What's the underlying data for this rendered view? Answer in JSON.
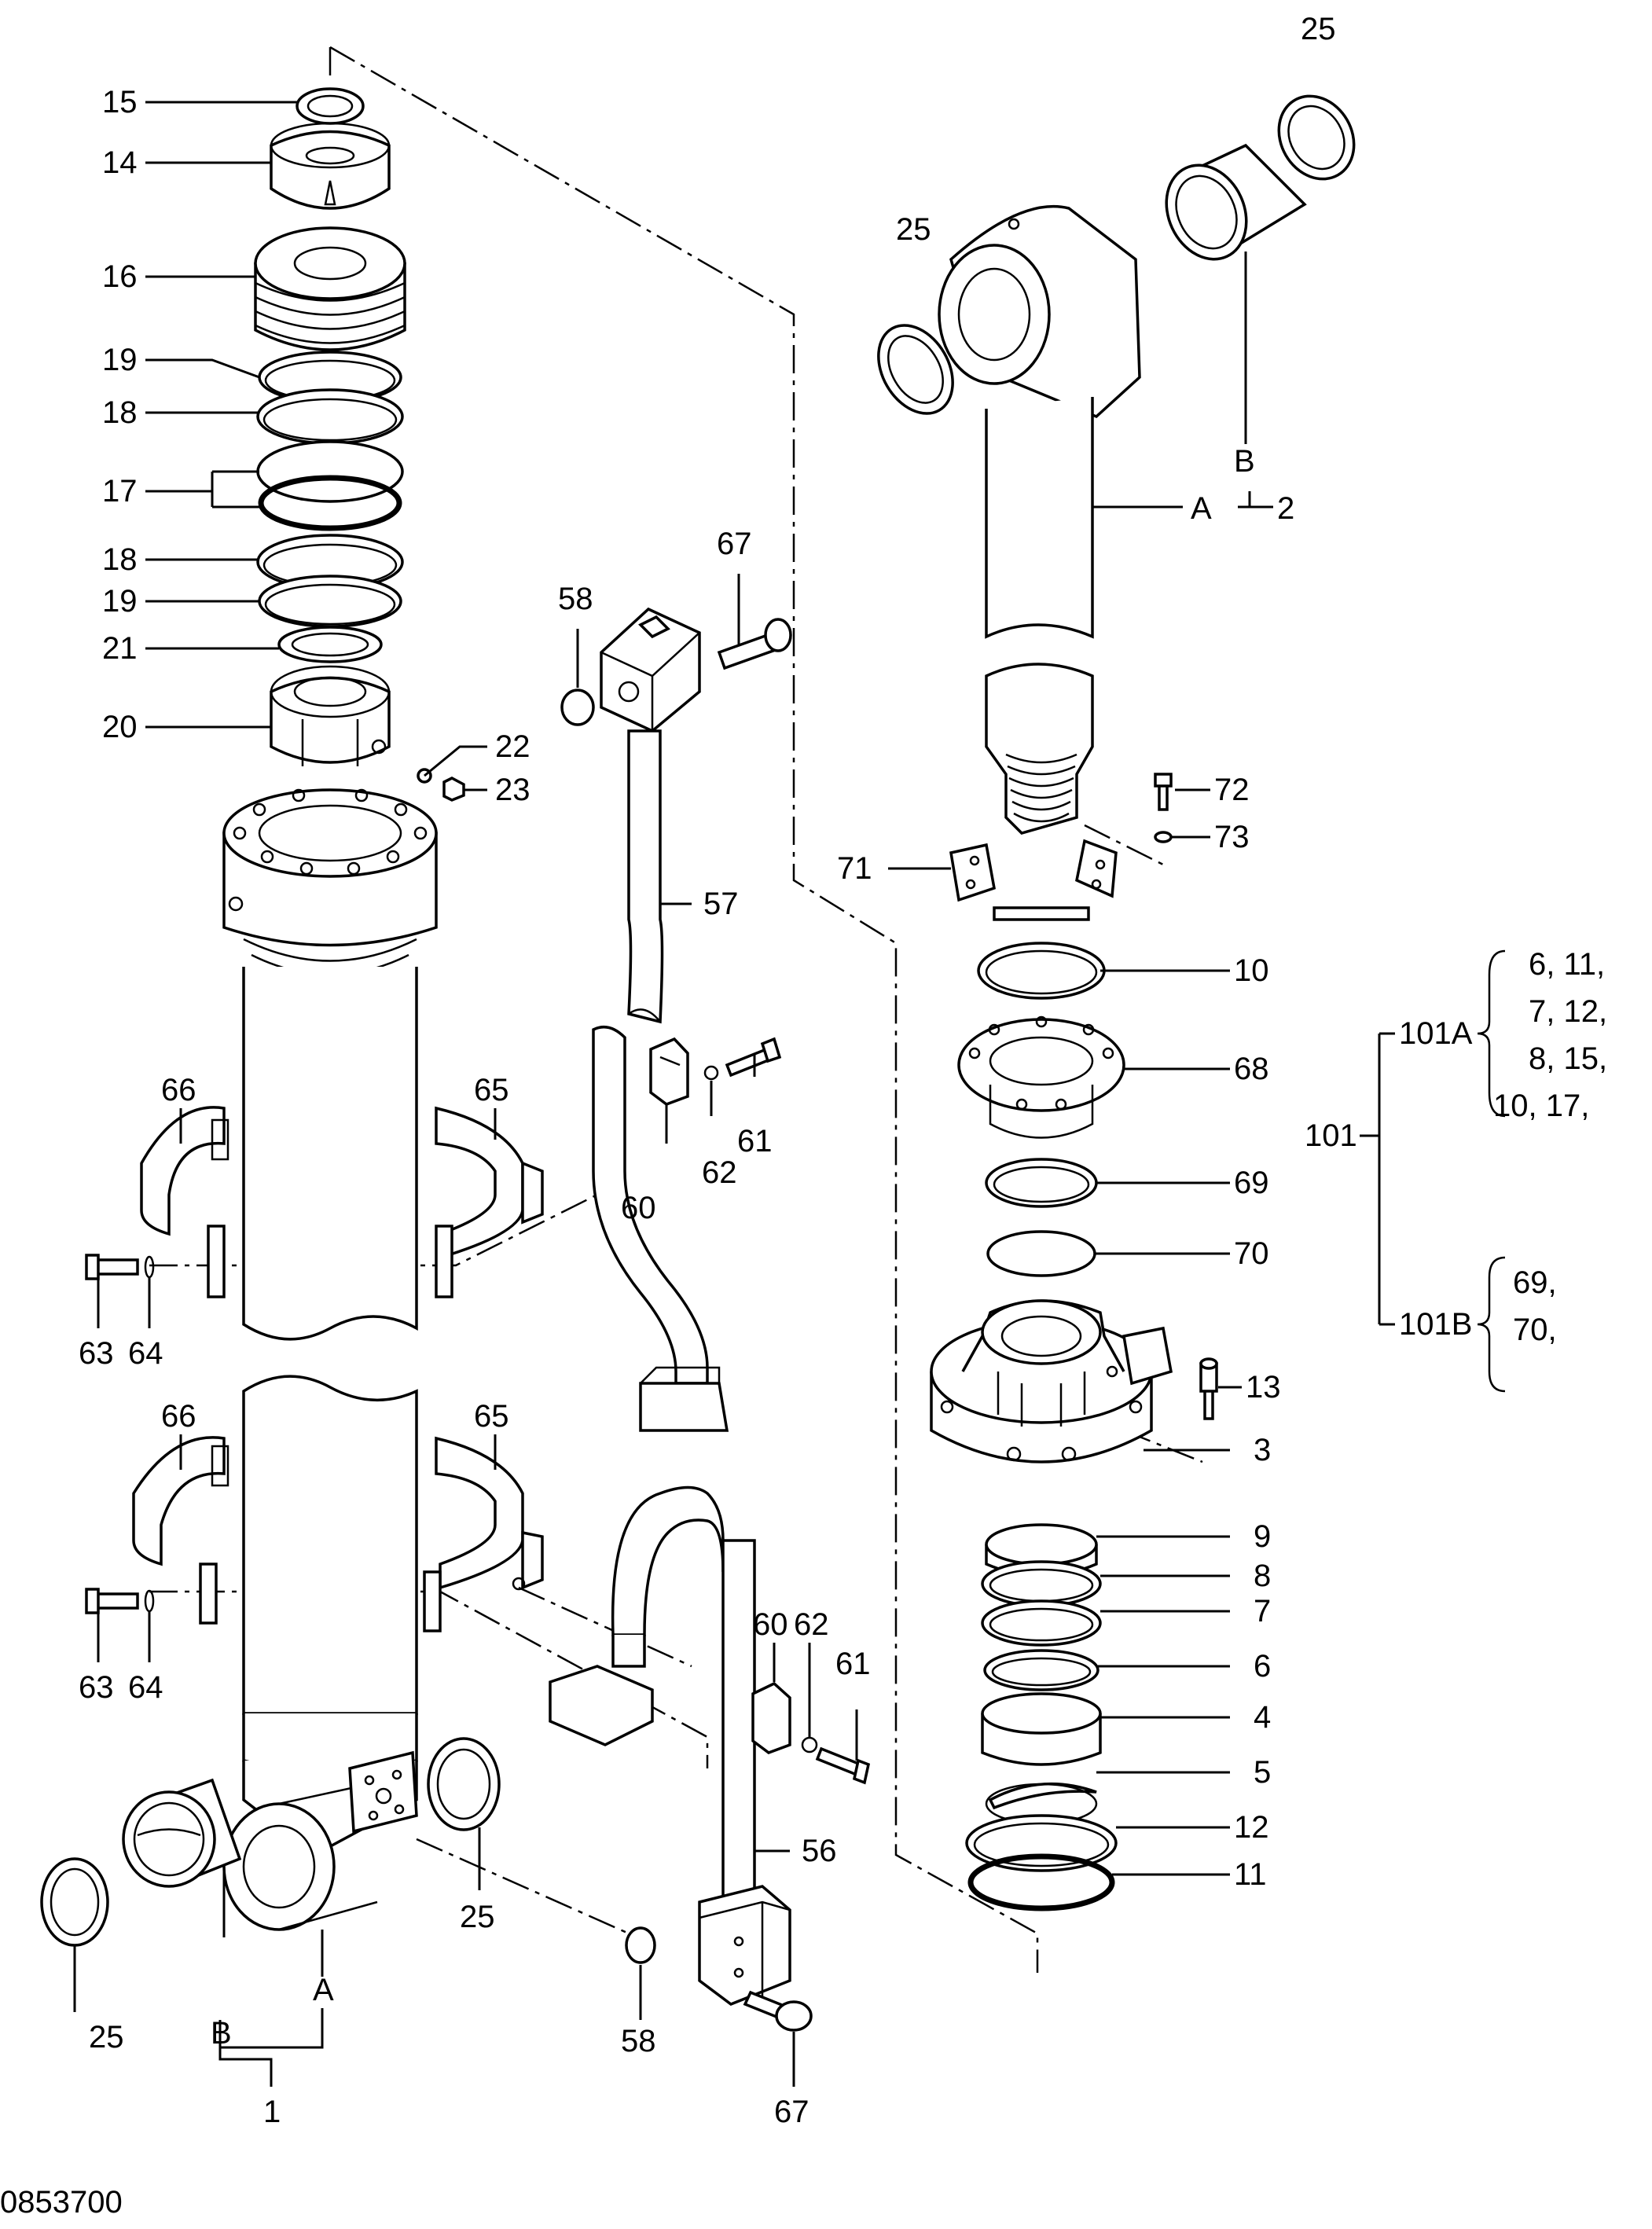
{
  "drawing_id": "0853700",
  "callouts": {
    "p15": "15",
    "p14": "14",
    "p16": "16",
    "p19a": "19",
    "p18a": "18",
    "p17": "17",
    "p18b": "18",
    "p19b": "19",
    "p21": "21",
    "p20": "20",
    "p22": "22",
    "p23": "23",
    "p66a": "66",
    "p65a": "65",
    "p63a": "63",
    "p64a": "64",
    "p66b": "66",
    "p65b": "65",
    "p63b": "63",
    "p64b": "64",
    "p25c": "25",
    "p25d": "25",
    "p25a": "25",
    "p25b": "25",
    "pA1": "A",
    "pB1": "B",
    "p1": "1",
    "p58a": "58",
    "p67a": "67",
    "p57": "57",
    "p60a": "60",
    "p62a": "62",
    "p61a": "61",
    "p60b": "60",
    "p62b": "62",
    "p61b": "61",
    "p56": "56",
    "p58b": "58",
    "p67b": "67",
    "pB2": "B",
    "pA2": "A",
    "p2": "2",
    "p72": "72",
    "p73": "73",
    "p71": "71",
    "p10": "10",
    "p68": "68",
    "p69": "69",
    "p70": "70",
    "p13": "13",
    "p3": "3",
    "p9": "9",
    "p8": "8",
    "p7": "7",
    "p6": "6",
    "p4": "4",
    "p5": "5",
    "p12": "12",
    "p11": "11"
  },
  "kit": {
    "main": "101",
    "kit_a": "101A",
    "kit_a_lines": [
      "6, 11,",
      "7, 12,",
      "8, 15,",
      "10, 17,"
    ],
    "kit_b": "101B",
    "kit_b_lines": [
      "69,",
      "70,"
    ]
  }
}
